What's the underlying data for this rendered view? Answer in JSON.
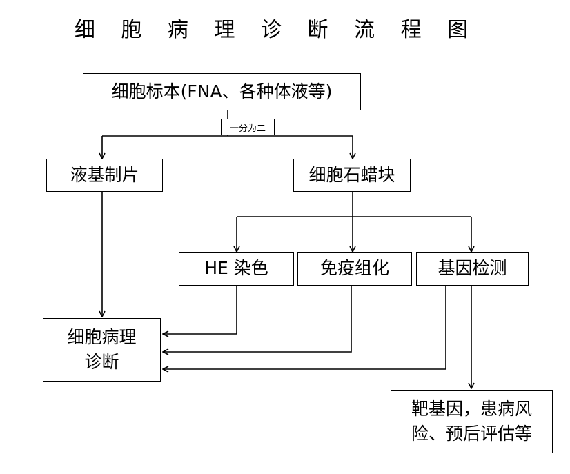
{
  "title": "细 胞 病 理 诊 断 流 程 图",
  "nodes": {
    "specimen": "细胞标本(FNA、各种体液等)",
    "split_tag": "一分为二",
    "lbc": "液基制片",
    "cell_block": "细胞石蜡块",
    "he": "HE 染色",
    "ihc": "免疫组化",
    "gene": "基因检测",
    "diagnosis_line1": "细胞病理",
    "diagnosis_line2": "诊断",
    "outcome_line1": "靶基因，患病风",
    "outcome_line2": "险、预后评估等"
  }
}
